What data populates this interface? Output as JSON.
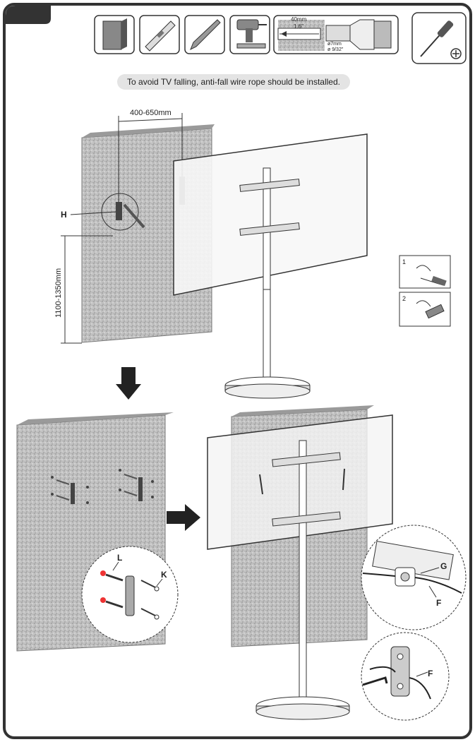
{
  "header": {
    "notice": "To avoid TV falling, anti-fall wire rope should be installed."
  },
  "tool_icons": [
    {
      "icon": "wall-panel-icon"
    },
    {
      "icon": "level-icon"
    },
    {
      "icon": "pencil-icon"
    },
    {
      "icon": "drill-icon"
    },
    {
      "icon": "drill-depth-diagram-icon"
    },
    {
      "icon": "screwdriver-icon"
    }
  ],
  "drill_spec": {
    "depth_mm": "40mm",
    "depth_in": "1.6\"",
    "diameter_mm": "ø7mm",
    "diameter_in": "ø 9/32\""
  },
  "step1": {
    "width_dimension": "400-650mm",
    "height_dimension": "1100-1350mm",
    "part_label_h": "H",
    "inset_step_1": "1",
    "inset_step_2": "2"
  },
  "step2": {
    "part_label_l": "L",
    "part_label_k": "K"
  },
  "step3": {
    "part_label_g": "G",
    "part_label_f_top": "F",
    "part_label_f_bottom": "F"
  },
  "colors": {
    "frame": "#333333",
    "wall": "#bdbdbd",
    "glass": "#f6f6f6"
  }
}
